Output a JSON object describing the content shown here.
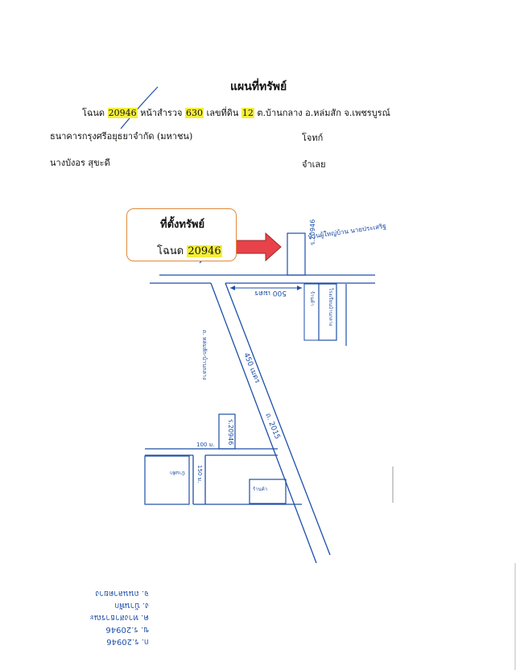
{
  "header": {
    "title": "แผนที่ทรัพย์",
    "deed_label": "โฉนด",
    "deed_no": "20946",
    "survey_label": "หน้าสำรวจ",
    "survey_no": "630",
    "land_label": "เลขที่ดิน",
    "land_no": "12",
    "address": "ต.บ้านกลาง อ.หล่มสัก จ.เพชรบูรณ์",
    "plaintiff_name": "ธนาคารกรุงศรีอยุธยาจำกัด (มหาชน)",
    "plaintiff_label": "โจทก์",
    "defendant_name": "นางบังอร สุขะดี",
    "defendant_label": "จำเลย"
  },
  "location_box": {
    "title": "ที่ตั้งทรัพย์",
    "deed_label": "โฉนด",
    "deed_no": "20946"
  },
  "colors": {
    "ink": "#1d4fa8",
    "highlight": "#f4ee3a",
    "box_border": "#e08a3a",
    "arrow_fill": "#e8424a"
  },
  "sketch": {
    "top_road_label": "500 เมตร",
    "diag_road_label": "450 เมตร",
    "diag_road_label_2": "ถ. 2015",
    "left_road_label": "ถ. หล่มสัก-บ้านกลาง",
    "parcel_top_label": "ร.20946",
    "parcel_top_annotation": "บ้านผู้ใหญ่บ้าน นายประเสริฐ",
    "parcel_mid_label": "ร.20946",
    "distance_100": "100 ม.",
    "distance_150": "150 ม.",
    "parcel_right_label": "โรงเรียนบ้านกลาง",
    "parcel_left_label": "ร้านค้า",
    "parcel_bottom_label": "บ้านพัก",
    "legend_lines": [
      "ก. ร.20946",
      "ข. ร.20946",
      "ค. ทางสาธารณะ",
      "ง. บ้านพัก",
      "จ. ถนนลาดยาง"
    ]
  }
}
